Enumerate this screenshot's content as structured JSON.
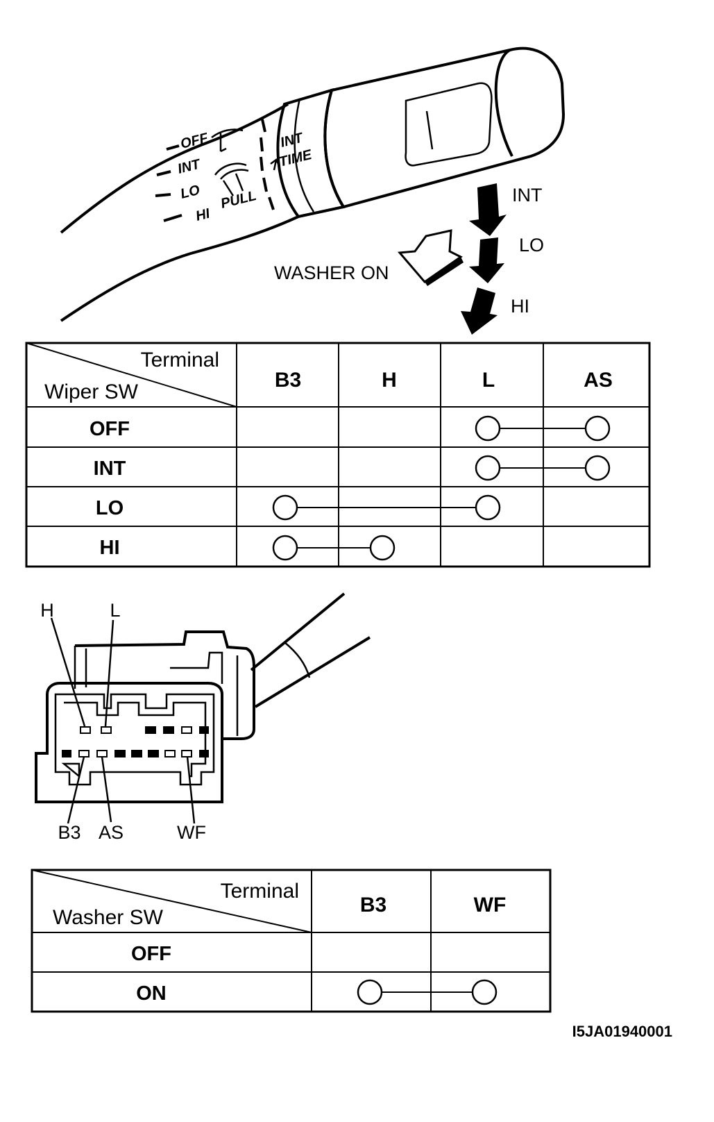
{
  "lever": {
    "positions": [
      "OFF",
      "INT",
      "LO",
      "HI"
    ],
    "pull_label": "PULL",
    "int_time_label": [
      "INT",
      "TIME"
    ],
    "direction_labels": [
      "INT",
      "LO",
      "HI"
    ],
    "washer_label": "WASHER ON"
  },
  "wiper_table": {
    "corner_top": "Terminal",
    "corner_bottom": "Wiper SW",
    "columns": [
      "B3",
      "H",
      "L",
      "AS"
    ],
    "rows": [
      {
        "label": "OFF",
        "connected": [
          "L",
          "AS"
        ]
      },
      {
        "label": "INT",
        "connected": [
          "L",
          "AS"
        ]
      },
      {
        "label": "LO",
        "connected": [
          "B3",
          "L"
        ]
      },
      {
        "label": "HI",
        "connected": [
          "B3",
          "H"
        ]
      }
    ]
  },
  "connector": {
    "top_labels": [
      "H",
      "L"
    ],
    "bottom_labels": [
      "B3",
      "AS",
      "WF"
    ]
  },
  "washer_table": {
    "corner_top": "Terminal",
    "corner_bottom": "Washer SW",
    "columns": [
      "B3",
      "WF"
    ],
    "rows": [
      {
        "label": "OFF",
        "connected": []
      },
      {
        "label": "ON",
        "connected": [
          "B3",
          "WF"
        ]
      }
    ]
  },
  "figure_code": "I5JA01940001"
}
